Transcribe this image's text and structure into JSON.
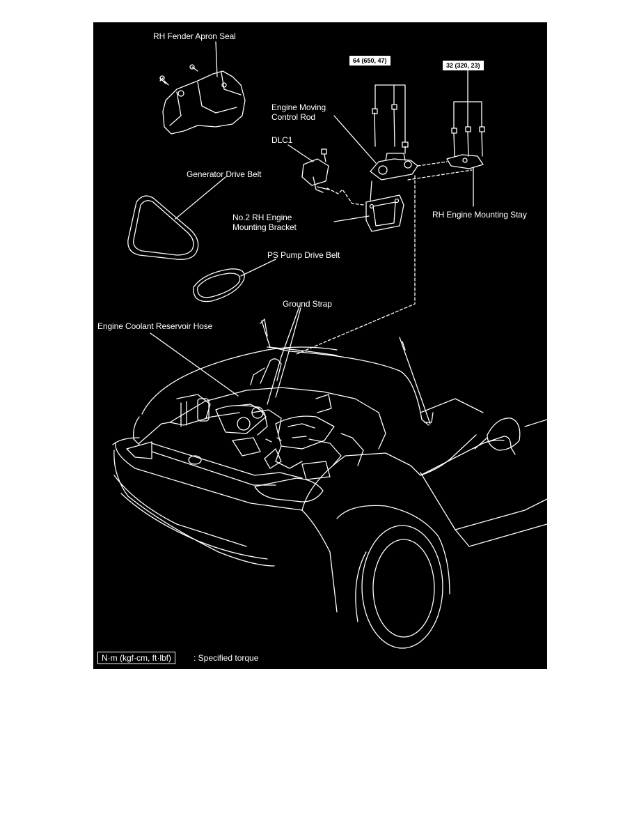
{
  "labels": {
    "fender_apron_seal": "RH Fender Apron Seal",
    "engine_moving_control_rod_1": "Engine Moving",
    "engine_moving_control_rod_2": "Control Rod",
    "dlc1": "DLC1",
    "generator_drive_belt": "Generator Drive Belt",
    "no2_bracket_1": "No.2 RH Engine",
    "no2_bracket_2": "Mounting Bracket",
    "mounting_stay": "RH Engine Mounting Stay",
    "ps_pump_drive_belt": "PS Pump Drive Belt",
    "ground_strap": "Ground Strap",
    "coolant_reservoir_hose": "Engine Coolant Reservoir Hose"
  },
  "torque_specs": {
    "control_rod_bolts": "64 (650, 47)",
    "mounting_stay_bolts": "32 (320, 23)"
  },
  "legend": {
    "unit": "N·m (kgf-cm, ft·lbf)",
    "meaning": ": Specified torque"
  },
  "colors": {
    "background": "#000000",
    "linework": "#ffffff"
  }
}
